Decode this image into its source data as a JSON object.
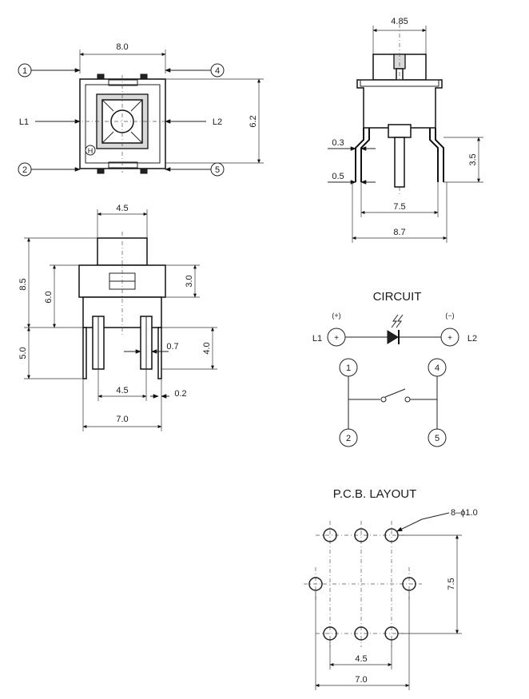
{
  "top_view": {
    "width_dim": "8.0",
    "height_dim": "6.2",
    "pin_labels": [
      "1",
      "2",
      "4",
      "5"
    ],
    "led_labels": [
      "L1",
      "L2"
    ],
    "mark": "H"
  },
  "side_view": {
    "top_width": "4.85",
    "dim_0_3": "0.3",
    "dim_0_5": "0.5",
    "dim_3_5": "3.5",
    "dim_7_5": "7.5",
    "dim_8_7": "8.7"
  },
  "front_view": {
    "cap_width": "4.5",
    "height_8_5": "8.5",
    "height_6_0": "6.0",
    "height_3_0": "3.0",
    "pin_len_5_0": "5.0",
    "pin_len_4_0": "4.0",
    "pin_w_0_7": "0.7",
    "pin_pitch_4_5": "4.5",
    "pin_t_0_2": "0.2",
    "base_7_0": "7.0"
  },
  "circuit": {
    "title": "CIRCUIT",
    "plus": "(+)",
    "minus": "(−)",
    "led_labels": [
      "L1",
      "L2"
    ],
    "node_plus": "+",
    "pins": [
      "1",
      "4",
      "2",
      "5"
    ]
  },
  "pcb": {
    "title": "P.C.B. LAYOUT",
    "hole_note": "8–ϕ1.0",
    "dim_7_5": "7.5",
    "dim_4_5": "4.5",
    "dim_7_0": "7.0"
  }
}
